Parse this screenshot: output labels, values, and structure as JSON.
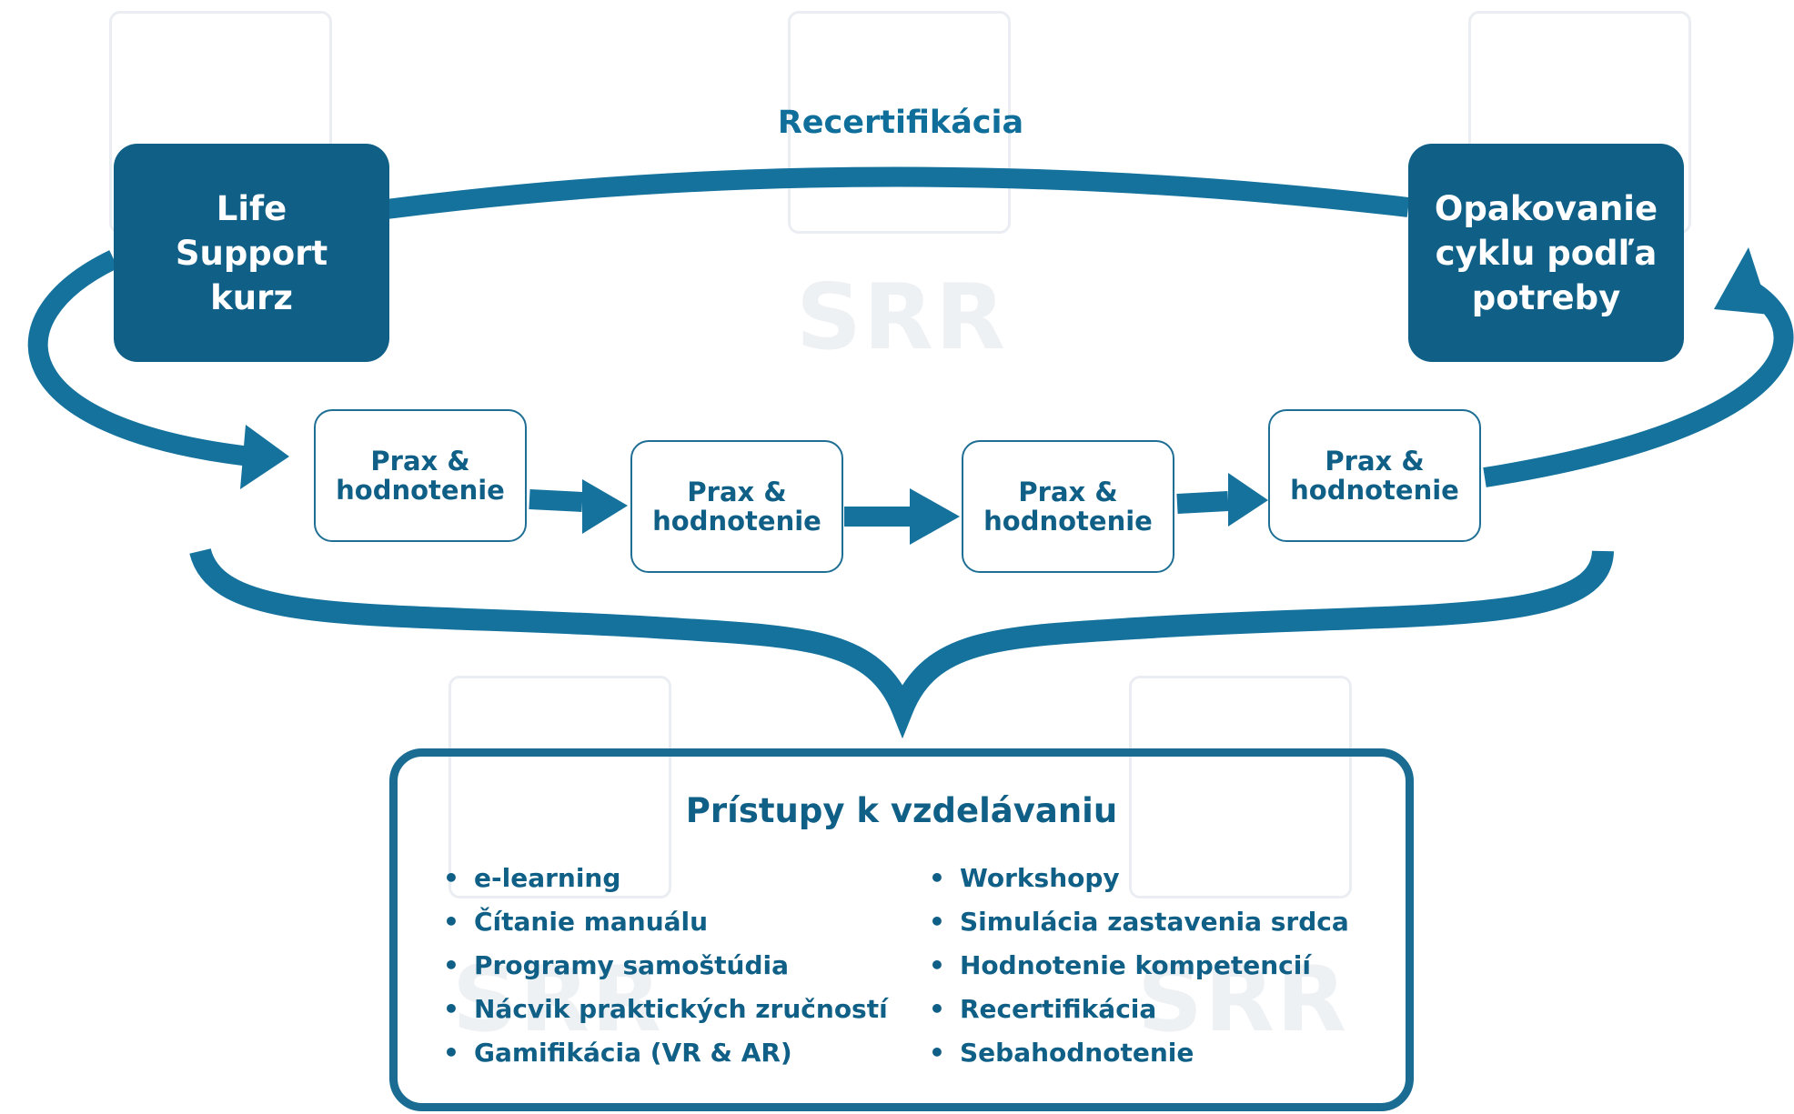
{
  "recert_arc_label": "Recertifikácia",
  "life_support": {
    "lines": [
      "Life",
      "Support",
      "kurz"
    ]
  },
  "repeat_cycle": {
    "lines": [
      "Opakovanie",
      "cyklu podľa",
      "potreby"
    ]
  },
  "practice_boxes": [
    {
      "lines": [
        "Prax &",
        "hodnotenie"
      ]
    },
    {
      "lines": [
        "Prax &",
        "hodnotenie"
      ]
    },
    {
      "lines": [
        "Prax &",
        "hodnotenie"
      ]
    },
    {
      "lines": [
        "Prax &",
        "hodnotenie"
      ]
    }
  ],
  "approaches": {
    "title": "Prístupy k vzdelávaniu",
    "left": [
      "e-learning",
      "Čítanie manuálu",
      "Programy samoštúdia",
      "Nácvik praktických zručností",
      "Gamifikácia (VR & AR)"
    ],
    "right": [
      "Workshopy",
      "Simulácia zastavenia srdca",
      "Hodnotenie kompetencií",
      "Recertifikácia",
      "Sebahodnotenie"
    ]
  },
  "watermark": "SRR",
  "colors": {
    "primary": "#0f5f86",
    "arrow": "#14729d",
    "watermark": "#eef1f4"
  }
}
